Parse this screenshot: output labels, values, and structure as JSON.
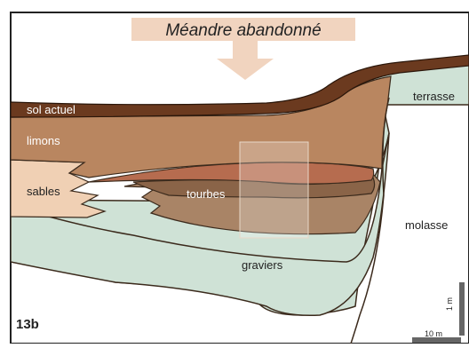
{
  "title": "Méandre abandonné",
  "figure_number": "13b",
  "layers": {
    "sol_actuel": "sol actuel",
    "limons": "limons",
    "sables": "sables",
    "tourbes": "tourbes",
    "graviers": "graviers",
    "terrasse": "terrasse",
    "molasse": "molasse"
  },
  "scale": {
    "vertical": "1 m",
    "horizontal": "10 m"
  },
  "colors": {
    "sol_actuel": "#6b3a1f",
    "limons": "#b98660",
    "sables": "#f0d0b4",
    "tourbes": "#8a6448",
    "graviers": "#cfe2d6",
    "molasse": "#ffffff",
    "terrasse": "#cfe2d6",
    "arrow": "#f1d4bf"
  }
}
